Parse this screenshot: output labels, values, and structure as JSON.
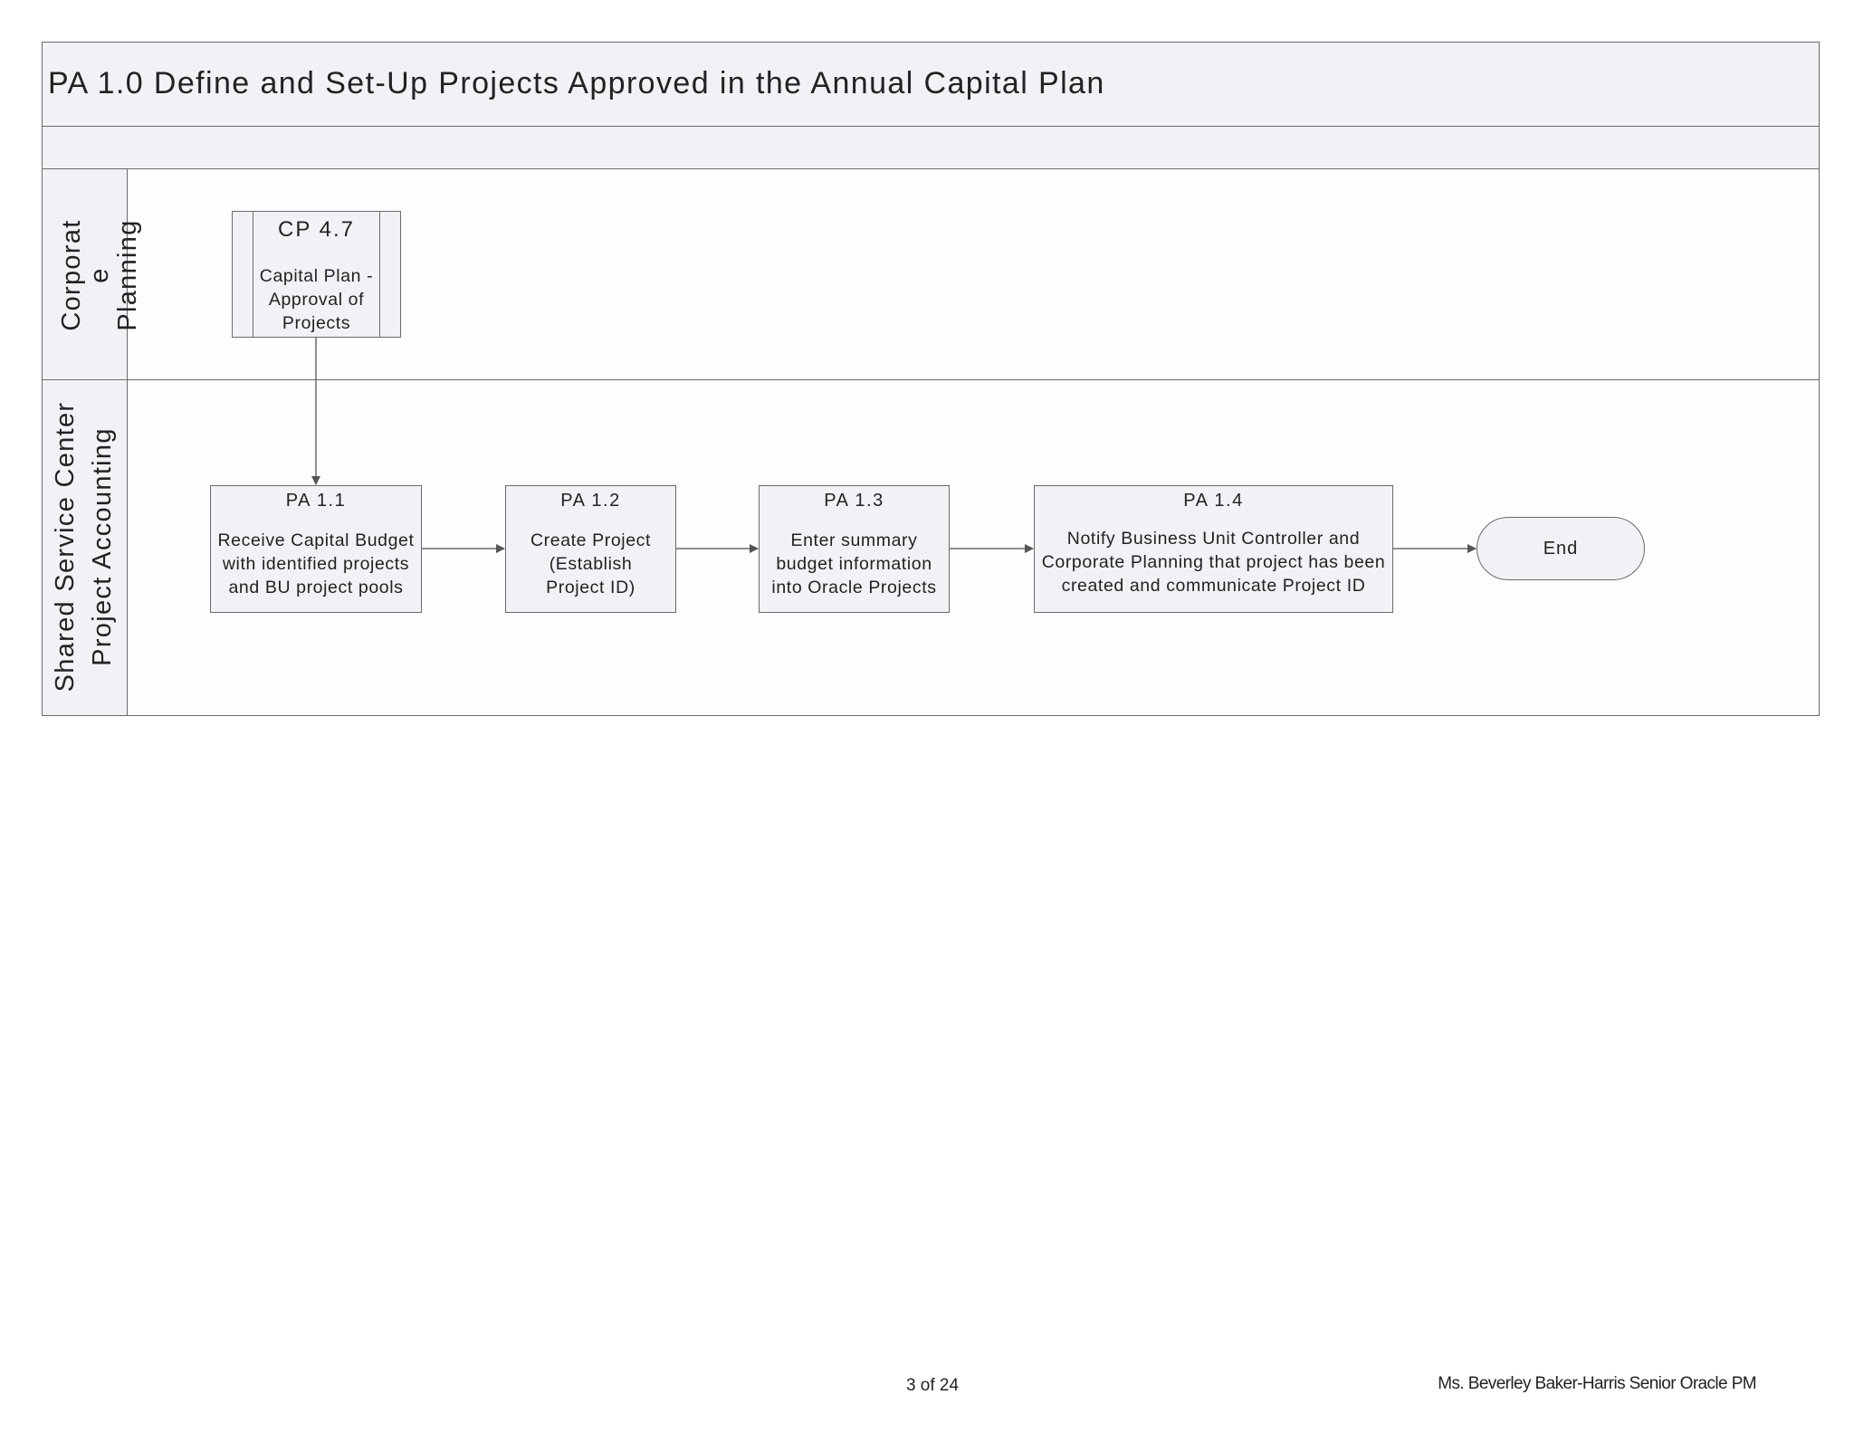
{
  "title": "PA 1.0 Define and Set-Up Projects Approved in the Annual Capital Plan",
  "lanes": [
    {
      "label": "Corporat\ne\nPlanning"
    },
    {
      "label": "Shared Service Center\nProject Accounting"
    }
  ],
  "subprocess": {
    "id": "CP 4.7",
    "desc": "Capital Plan -\nApproval of\nProjects"
  },
  "steps": [
    {
      "id": "PA 1.1",
      "desc": "Receive Capital Budget\nwith identified projects\nand BU project pools"
    },
    {
      "id": "PA 1.2",
      "desc": "Create Project\n(Establish\nProject ID)"
    },
    {
      "id": "PA 1.3",
      "desc": "Enter summary\nbudget information\ninto Oracle Projects"
    },
    {
      "id": "PA 1.4",
      "desc": "Notify Business Unit Controller and\nCorporate Planning that project has been\ncreated and communicate Project ID"
    }
  ],
  "end_label": "End",
  "footer": {
    "page": "3 of 24",
    "author": "Ms. Beverley Baker-Harris Senior Oracle PM"
  }
}
